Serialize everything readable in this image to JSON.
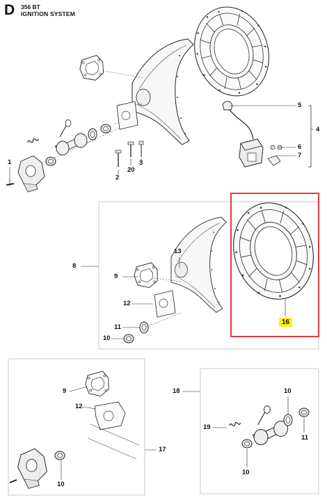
{
  "header": {
    "section_letter": "D",
    "model": "356 BT",
    "title": "IGNITION SYSTEM"
  },
  "callouts": {
    "c1": "1",
    "c2": "2",
    "c20": "20",
    "c3": "3",
    "c4": "4",
    "c5": "5",
    "c6": "6",
    "c7": "7",
    "c8": "8",
    "c9": "9",
    "c10": "10",
    "c11": "11",
    "c12": "12",
    "c13": "13",
    "c16": "16",
    "c17": "17",
    "c18": "18",
    "c19": "19",
    "c9b": "9",
    "c12b": "12",
    "c10b": "10",
    "c10c": "10",
    "c10d": "10",
    "c11b": "11"
  },
  "highlight": {
    "part": "16",
    "box_color": "#e03a3a",
    "label_color": "#fff200"
  }
}
